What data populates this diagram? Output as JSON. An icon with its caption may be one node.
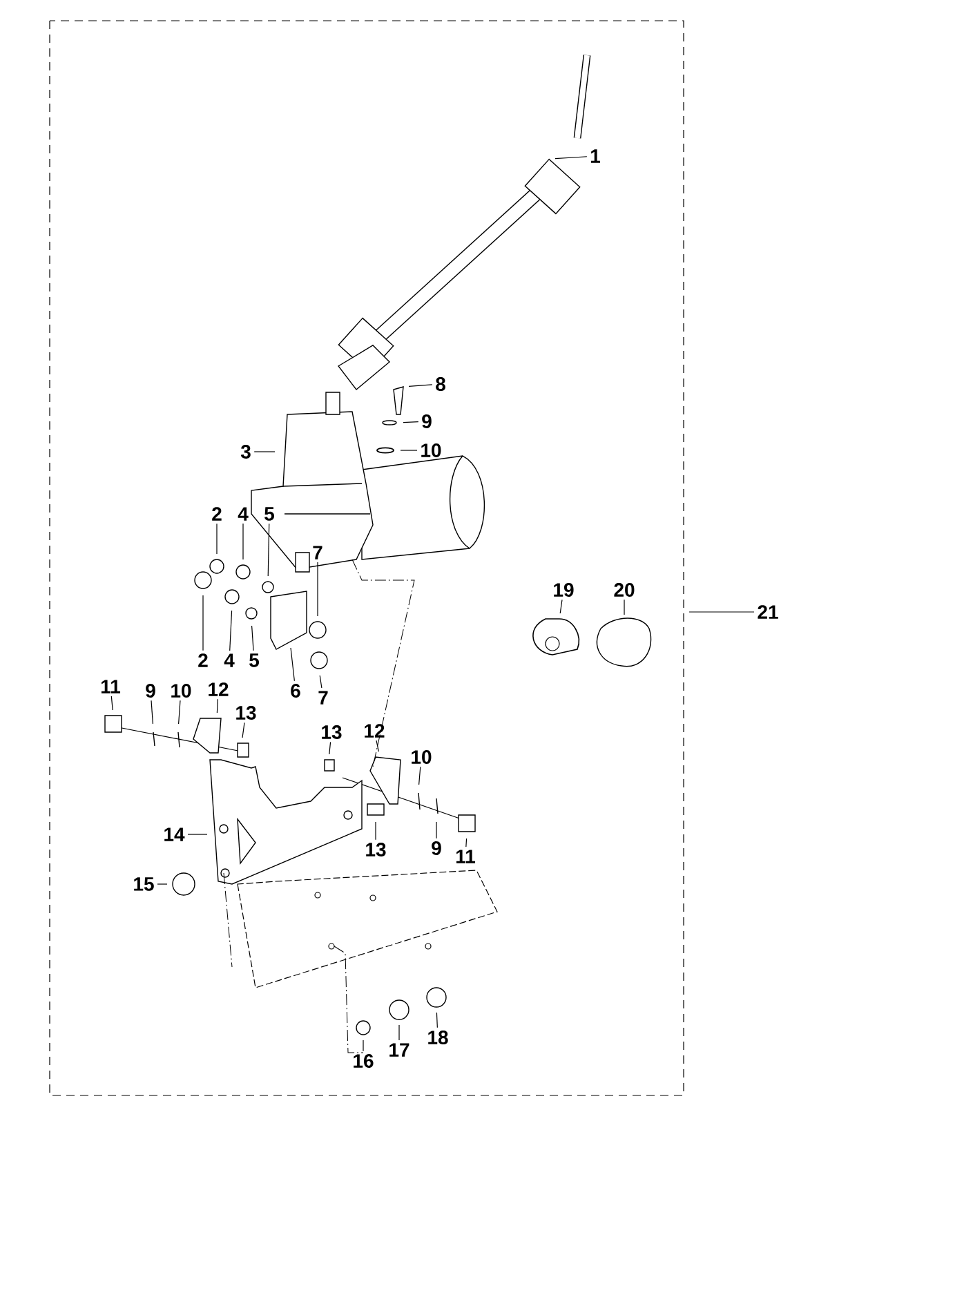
{
  "diagram": {
    "nodes": [
      {
        "text": [
          "1"
        ]
      },
      {
        "text": [
          "8"
        ]
      },
      {
        "text": [
          "9"
        ]
      },
      {
        "text": [
          "10"
        ]
      },
      {
        "text": [
          "3"
        ]
      },
      {
        "text": [
          "2"
        ]
      },
      {
        "text": [
          "4"
        ]
      },
      {
        "text": [
          "5"
        ]
      },
      {
        "text": [
          "7"
        ]
      },
      {
        "text": [
          "19"
        ]
      },
      {
        "text": [
          "20"
        ]
      },
      {
        "text": [
          "21"
        ]
      },
      {
        "text": [
          "2"
        ]
      },
      {
        "text": [
          "4"
        ]
      },
      {
        "text": [
          "5"
        ]
      },
      {
        "text": [
          "6"
        ]
      },
      {
        "text": [
          "7"
        ]
      },
      {
        "text": [
          "11"
        ]
      },
      {
        "text": [
          "9"
        ]
      },
      {
        "text": [
          "10"
        ]
      },
      {
        "text": [
          "12"
        ]
      },
      {
        "text": [
          "13"
        ]
      },
      {
        "text": [
          "13"
        ]
      },
      {
        "text": [
          "12"
        ]
      },
      {
        "text": [
          "10"
        ]
      },
      {
        "text": [
          "14"
        ]
      },
      {
        "text": [
          "9"
        ]
      },
      {
        "text": [
          "11"
        ]
      },
      {
        "text": [
          "13"
        ]
      },
      {
        "text": [
          "15"
        ]
      },
      {
        "text": [
          "18"
        ]
      },
      {
        "text": [
          "17"
        ]
      },
      {
        "text": [
          "16"
        ]
      }
    ],
    "edges": [
      {
        "from": 0,
        "to": null,
        "arrow": "none"
      },
      {
        "from": 1,
        "to": null,
        "arrow": "none"
      },
      {
        "from": 2,
        "to": null,
        "arrow": "none"
      },
      {
        "from": 3,
        "to": null,
        "arrow": "none"
      },
      {
        "from": 4,
        "to": null,
        "arrow": "none"
      },
      {
        "from": 5,
        "to": null,
        "arrow": "none"
      },
      {
        "from": 6,
        "to": null,
        "arrow": "none"
      },
      {
        "from": 7,
        "to": null,
        "arrow": "none"
      },
      {
        "from": 8,
        "to": null,
        "arrow": "none"
      },
      {
        "from": 9,
        "to": null,
        "arrow": "none"
      },
      {
        "from": 10,
        "to": null,
        "arrow": "none"
      },
      {
        "from": 11,
        "to": null,
        "arrow": "none"
      },
      {
        "from": 12,
        "to": null,
        "arrow": "none"
      },
      {
        "from": 13,
        "to": null,
        "arrow": "none"
      },
      {
        "from": 14,
        "to": null,
        "arrow": "none"
      },
      {
        "from": 15,
        "to": null,
        "arrow": "none"
      },
      {
        "from": 16,
        "to": null,
        "arrow": "none"
      },
      {
        "from": 17,
        "to": null,
        "arrow": "none"
      },
      {
        "from": 18,
        "to": null,
        "arrow": "none"
      },
      {
        "from": 19,
        "to": null,
        "arrow": "none"
      },
      {
        "from": 20,
        "to": null,
        "arrow": "none"
      },
      {
        "from": 21,
        "to": null,
        "arrow": "none"
      },
      {
        "from": 22,
        "to": null,
        "arrow": "none"
      },
      {
        "from": 23,
        "to": null,
        "arrow": "none"
      },
      {
        "from": 24,
        "to": null,
        "arrow": "none"
      },
      {
        "from": 25,
        "to": null,
        "arrow": "none"
      },
      {
        "from": 26,
        "to": null,
        "arrow": "none"
      },
      {
        "from": 27,
        "to": null,
        "arrow": "none"
      },
      {
        "from": 28,
        "to": null,
        "arrow": "none"
      },
      {
        "from": 29,
        "to": null,
        "arrow": "none"
      },
      {
        "from": 30,
        "to": null,
        "arrow": "none"
      },
      {
        "from": 31,
        "to": null,
        "arrow": "none"
      },
      {
        "from": 32,
        "to": null,
        "arrow": "none"
      }
    ]
  }
}
